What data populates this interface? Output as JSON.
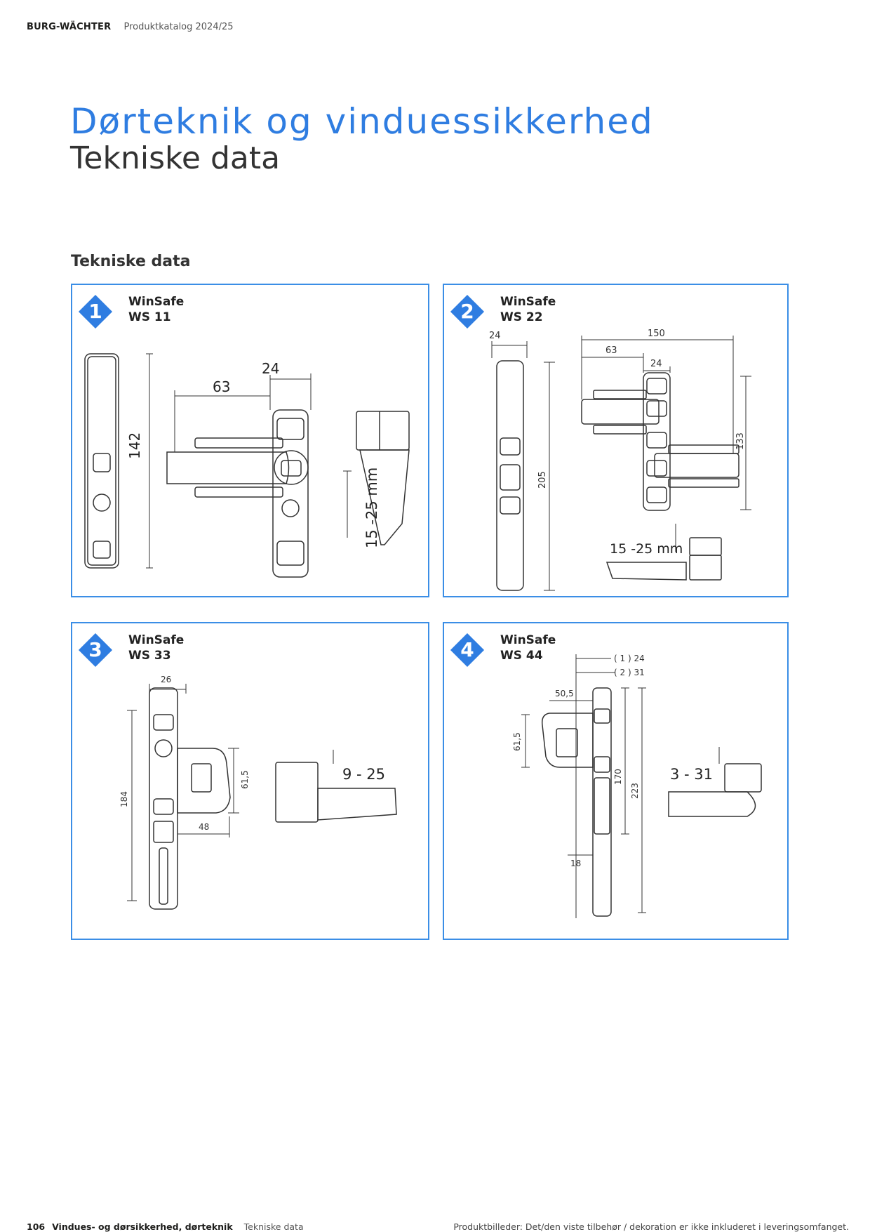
{
  "header": {
    "brand": "BURG-WÄCHTER",
    "catalog": "Produktkatalog 2024/25"
  },
  "title": "Dørteknik og vinduessikkerhed",
  "subtitle": "Tekniske data",
  "section_title": "Tekniske data",
  "products": [
    {
      "number": "1",
      "name": "WinSafe",
      "model": "WS 11",
      "dims": {
        "width": "24",
        "offset": "63",
        "height": "142",
        "range": "15 -25 mm"
      }
    },
    {
      "number": "2",
      "name": "WinSafe",
      "model": "WS 22",
      "dims": {
        "width": "24",
        "total": "150",
        "offset": "63",
        "width2": "24",
        "height": "205",
        "arm_height": "133",
        "range": "15 -25 mm"
      }
    },
    {
      "number": "3",
      "name": "WinSafe",
      "model": "WS 33",
      "dims": {
        "width": "26",
        "height": "184",
        "arm_height": "61,5",
        "arm_length": "48",
        "range": "9 - 25"
      }
    },
    {
      "number": "4",
      "name": "WinSafe",
      "model": "WS 44",
      "dims": {
        "d1": "( 1 ) 24",
        "d2": "( 2 ) 31",
        "arm_length": "50,5",
        "arm_height": "61,5",
        "height": "170",
        "total_height": "223",
        "bottom": "18",
        "range": "3 - 31"
      }
    }
  ],
  "footer": {
    "page": "106",
    "chapter": "Vindues- og dørsikkerhed, dørteknik",
    "section": "Tekniske data",
    "note": "Produktbilleder: Det/den viste tilbehør / dekoration er ikke inkluderet i leveringsomfanget."
  },
  "colors": {
    "accent": "#2f7de1",
    "card_border": "#3b8ee6"
  }
}
